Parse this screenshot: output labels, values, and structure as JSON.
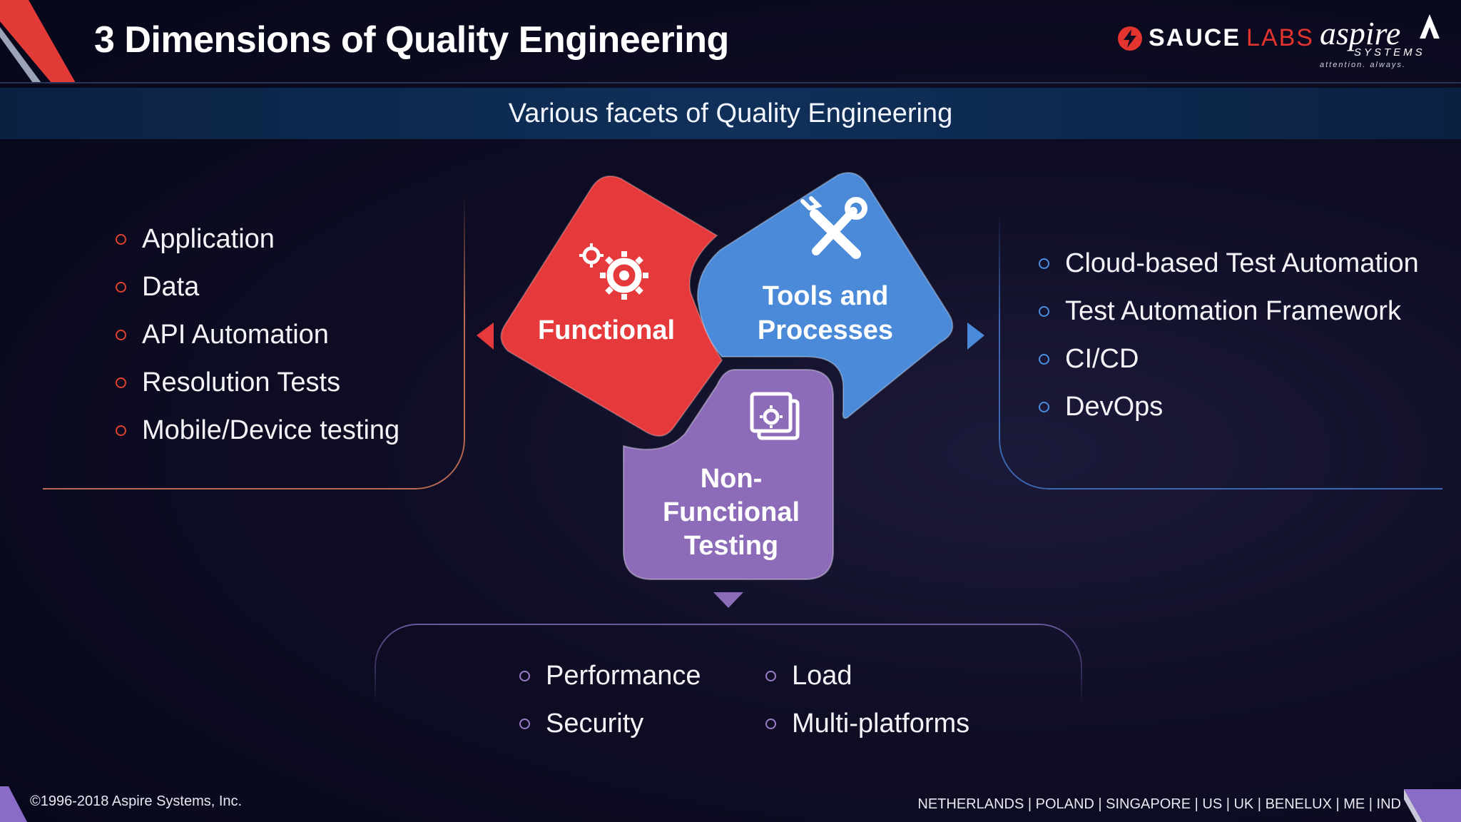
{
  "slide": {
    "title": "3 Dimensions of Quality Engineering",
    "subtitle": "Various facets of Quality Engineering"
  },
  "logos": {
    "saucelabs": {
      "part1": "SAUCE",
      "part2": "LABS"
    },
    "aspire": {
      "word": "aspire",
      "sub": "SYSTEMS",
      "tagline": "attention. always."
    }
  },
  "diagram": {
    "functional": {
      "label": "Functional",
      "color": "#e6393b",
      "icon": "gears-icon"
    },
    "tools": {
      "label_line1": "Tools and",
      "label_line2": "Processes",
      "color": "#4a8ad8",
      "icon": "tools-icon"
    },
    "non_functional": {
      "label_line1": "Non-",
      "label_line2": "Functional",
      "label_line3": "Testing",
      "color": "#8c6cb8",
      "icon": "settings-window-icon"
    }
  },
  "functional_items": [
    "Application",
    "Data",
    "API Automation",
    "Resolution Tests",
    "Mobile/Device testing"
  ],
  "tools_items": [
    "Cloud-based Test Automation",
    "Test Automation Framework",
    "CI/CD",
    "DevOps"
  ],
  "non_functional_items": {
    "col1": [
      "Performance",
      "Security"
    ],
    "col2": [
      "Load",
      "Multi-platforms"
    ]
  },
  "footer": {
    "copyright": "©1996-2018 Aspire Systems, Inc.",
    "countries": "NETHERLANDS | POLAND | SINGAPORE | US | UK | BENELUX | ME | IND"
  }
}
